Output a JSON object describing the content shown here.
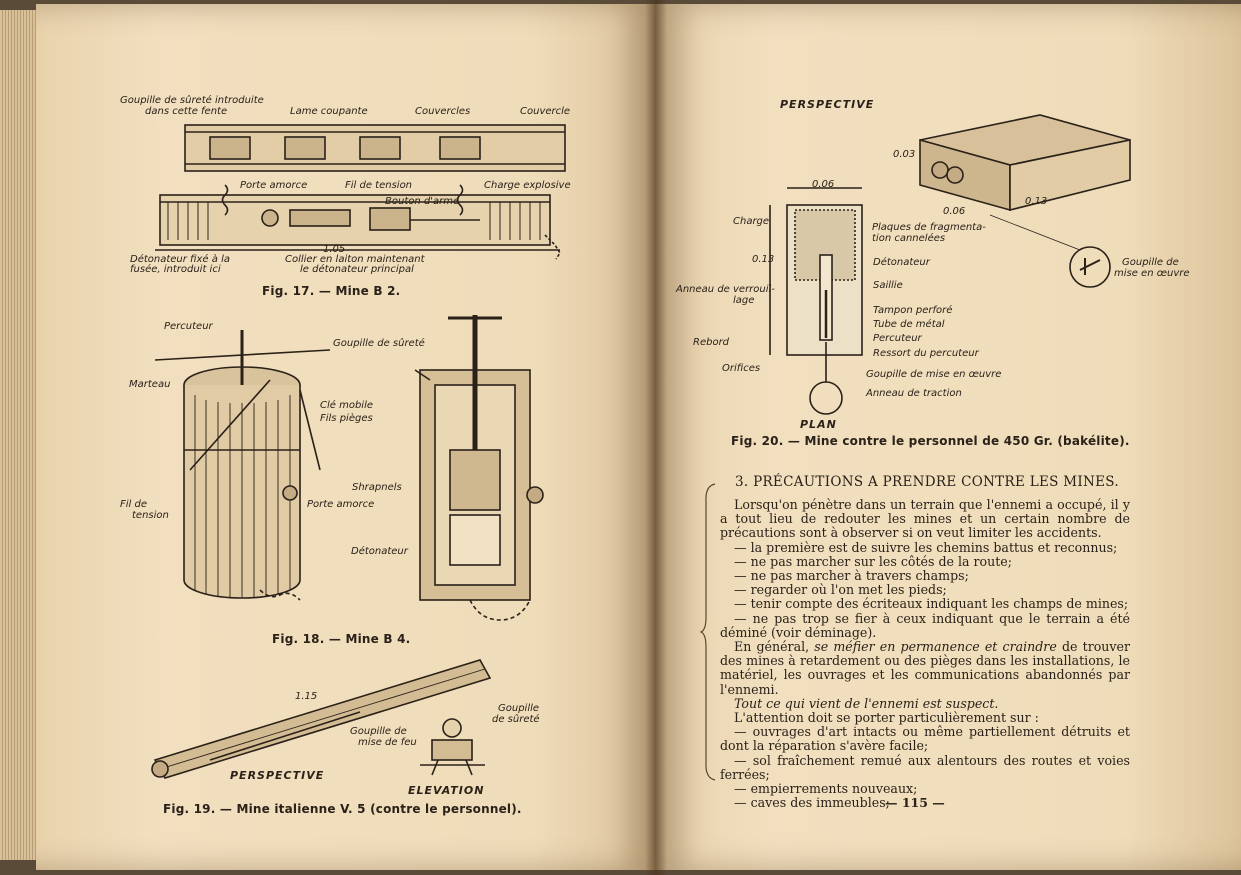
{
  "left_page": {
    "fig17": {
      "caption": "Fig. 17. — Mine B 2.",
      "labels": {
        "goupille": "Goupille de sûreté introduite",
        "goupille2": "dans cette fente",
        "lame": "Lame coupante",
        "couvercles": "Couvercles",
        "couvercle": "Couvercle",
        "porte_amorce": "Porte amorce",
        "fil_tension": "Fil de tension",
        "charge": "Charge explosive",
        "bouton": "Bouton d'arme",
        "detonateur": "Détonateur fixé à la",
        "detonateur2": "fusée, introduit ici",
        "dim": "1.05",
        "collier": "Collier en laiton maintenant",
        "collier2": "le détonateur principal"
      }
    },
    "fig18": {
      "caption": "Fig. 18. — Mine B 4.",
      "labels": {
        "percuteur": "Percuteur",
        "goupille": "Goupille de sûreté",
        "marteau": "Marteau",
        "cle": "Clé mobile",
        "fils": "Fils pièges",
        "fil_tension": "Fil de",
        "fil_tension2": "tension",
        "shrapnels": "Shrapnels",
        "porte_amorce": "Porte amorce",
        "detonateur": "Détonateur"
      }
    },
    "fig19": {
      "caption": "Fig. 19. — Mine italienne V. 5 (contre le personnel).",
      "labels": {
        "dim": "1.15",
        "goupille_surete": "Goupille",
        "goupille_surete2": "de sûreté",
        "goupille_feu": "Goupille de",
        "goupille_feu2": "mise de feu",
        "perspective": "PERSPECTIVE",
        "elevation": "ELEVATION"
      }
    }
  },
  "right_page": {
    "fig20": {
      "title_top": "PERSPECTIVE",
      "title_plan": "PLAN",
      "caption": "Fig. 20. — Mine contre le personnel de 450 Gr. (bakélite).",
      "labels": {
        "dim_006": "0.06",
        "dim_013": "0.13",
        "dim_003": "0.03",
        "dim_006b": "0.06",
        "dim_013b": "0.13",
        "charge": "Charge",
        "plaques": "Plaques de fragmenta-",
        "plaques2": "tion cannelées",
        "detonateur": "Détonateur",
        "saillie": "Saillie",
        "anneau_verrou": "Anneau de verrouil-",
        "anneau_verrou2": "lage",
        "tampon": "Tampon perforé",
        "tube": "Tube de métal",
        "percuteur": "Percuteur",
        "rebord": "Rebord",
        "ressort": "Ressort du percuteur",
        "orifices": "Orifices",
        "goupille_mise": "Goupille de mise en œuvre",
        "anneau_traction": "Anneau de traction",
        "goupille_oeuvre": "Goupille de",
        "goupille_oeuvre2": "mise en œuvre"
      }
    },
    "section_heading": "3. PRÉCAUTIONS A PRENDRE CONTRE LES MINES.",
    "paragraphs": [
      "Lorsqu'on pénètre dans un terrain que l'ennemi a occupé, il y a tout lieu de redouter les mines et un certain nombre de précautions sont à observer si on veut limiter les accidents.",
      "— la première est de suivre les chemins battus et reconnus;",
      "— ne pas marcher sur les côtés de la route;",
      "— ne pas marcher à travers champs;",
      "— regarder où l'on met les pieds;",
      "— tenir compte des écriteaux indiquant les champs de mines;",
      "— ne pas trop se fier à ceux indiquant que le terrain a été déminé (voir déminage)."
    ],
    "para_general_start": "En général,",
    "para_general_italic": "se méfier en permanence et craindre",
    "para_general_end": "de trouver des mines à retardement ou des pièges dans les installations, le matériel, les ouvrages et les communications abandonnés par l'ennemi.",
    "suspect": "Tout ce qui vient de l'ennemi est suspect.",
    "attention": "L'attention doit se porter particulièrement sur :",
    "items": [
      "— ouvrages d'art intacts ou même partiellement détruits et dont la réparation s'avère facile;",
      "— sol fraîchement remué aux alentours des routes et voies ferrées;",
      "— empierrements nouveaux;",
      "— caves des immeubles;"
    ],
    "page_number": "— 115 —"
  }
}
